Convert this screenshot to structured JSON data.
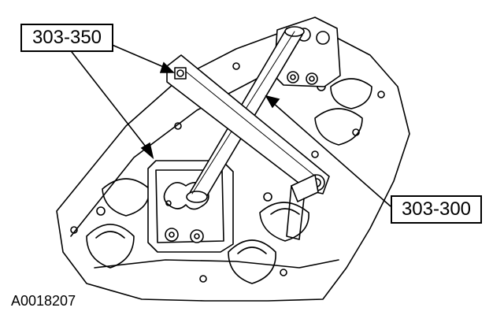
{
  "figure": {
    "callouts": [
      {
        "id": "a",
        "label": "303-350"
      },
      {
        "id": "b",
        "label": "303-300"
      }
    ],
    "figure_id": "A0018207"
  },
  "colors": {
    "ink": "#000000",
    "paper": "#ffffff",
    "fill_light": "#ffffff"
  }
}
